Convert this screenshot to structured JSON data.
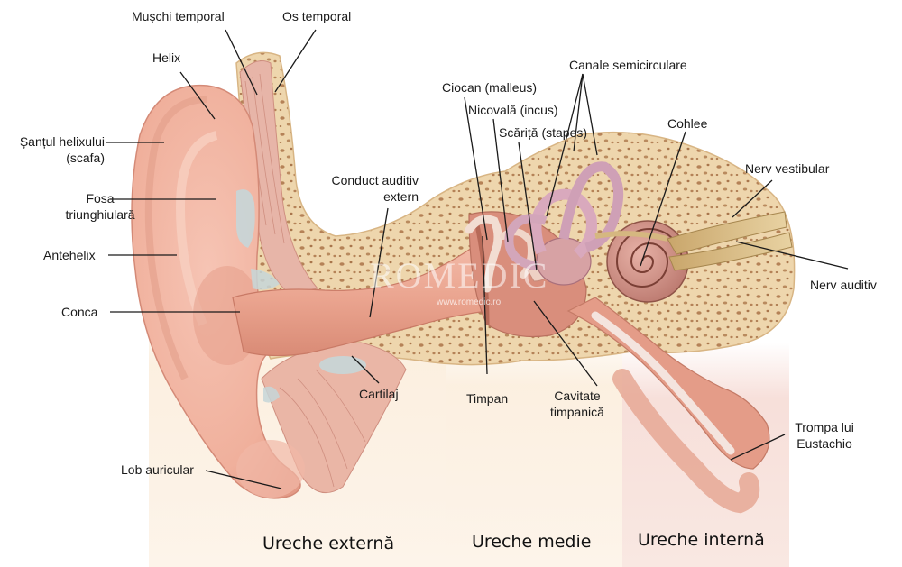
{
  "labels": {
    "muschi_temporal": "Mușchi temporal",
    "os_temporal": "Os temporal",
    "helix": "Helix",
    "santul_helixului_1": "Șanțul helixului",
    "santul_helixului_2": "(scafa)",
    "fosa_1": "Fosa",
    "fosa_2": "triunghiulară",
    "antehelix": "Antehelix",
    "conca": "Conca",
    "lob": "Lob auricular",
    "conduct_1": "Conduct auditiv",
    "conduct_2": "extern",
    "cartilaj": "Cartilaj",
    "ciocan": "Ciocan (malleus)",
    "nicovala": "Nicovală (incus)",
    "scarita": "Scăriță (stapes)",
    "canale": "Canale semicirculare",
    "cohlee": "Cohlee",
    "nerv_vestibular": "Nerv vestibular",
    "nerv_auditiv": "Nerv auditiv",
    "timpan": "Timpan",
    "cavitate_1": "Cavitate",
    "cavitate_2": "timpanică",
    "trompa_1": "Trompa lui",
    "trompa_2": "Eustachio"
  },
  "regions": {
    "externa": "Ureche externă",
    "medie": "Ureche medie",
    "interna": "Ureche internă"
  },
  "watermark": {
    "brand": "ROMEDIC",
    "url": "www.romedic.ro"
  }
}
